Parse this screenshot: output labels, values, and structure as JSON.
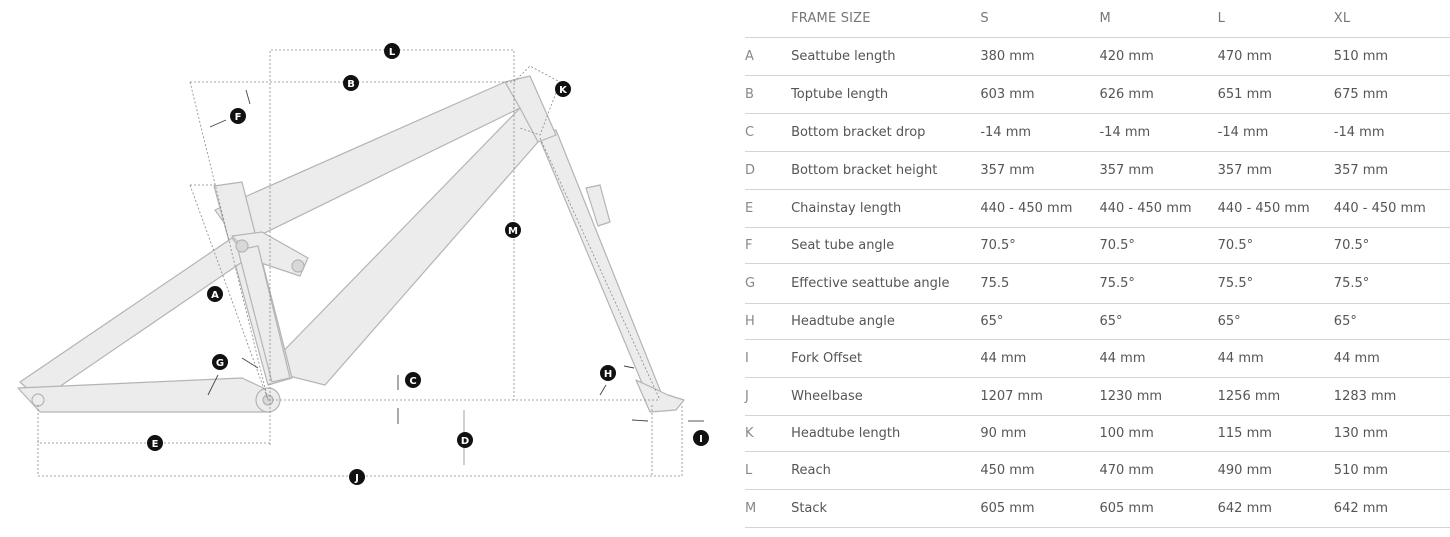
{
  "diagram": {
    "markers": [
      "L",
      "B",
      "K",
      "F",
      "M",
      "A",
      "G",
      "C",
      "H",
      "D",
      "E",
      "I",
      "J"
    ]
  },
  "table": {
    "header": {
      "code": "",
      "label": "FRAME SIZE",
      "sizes": [
        "S",
        "M",
        "L",
        "XL"
      ]
    },
    "rows": [
      {
        "code": "A",
        "label": "Seattube length",
        "values": [
          "380 mm",
          "420 mm",
          "470 mm",
          "510 mm"
        ]
      },
      {
        "code": "B",
        "label": "Toptube length",
        "values": [
          "603 mm",
          "626 mm",
          "651 mm",
          "675 mm"
        ]
      },
      {
        "code": "C",
        "label": "Bottom bracket drop",
        "values": [
          "-14 mm",
          "-14 mm",
          "-14 mm",
          "-14 mm"
        ]
      },
      {
        "code": "D",
        "label": "Bottom bracket height",
        "values": [
          "357 mm",
          "357 mm",
          "357 mm",
          "357 mm"
        ]
      },
      {
        "code": "E",
        "label": "Chainstay length",
        "values": [
          "440 - 450 mm",
          "440 - 450 mm",
          "440 - 450 mm",
          "440 - 450 mm"
        ]
      },
      {
        "code": "F",
        "label": "Seat tube angle",
        "values": [
          "70.5°",
          "70.5°",
          "70.5°",
          "70.5°"
        ]
      },
      {
        "code": "G",
        "label": "Effective seattube angle",
        "values": [
          "75.5",
          "75.5°",
          "75.5°",
          "75.5°"
        ]
      },
      {
        "code": "H",
        "label": "Headtube angle",
        "values": [
          "65°",
          "65°",
          "65°",
          "65°"
        ]
      },
      {
        "code": "I",
        "label": "Fork Offset",
        "values": [
          "44 mm",
          "44 mm",
          "44 mm",
          "44 mm"
        ]
      },
      {
        "code": "J",
        "label": "Wheelbase",
        "values": [
          "1207 mm",
          "1230 mm",
          "1256 mm",
          "1283 mm"
        ]
      },
      {
        "code": "K",
        "label": "Headtube length",
        "values": [
          "90 mm",
          "100 mm",
          "115 mm",
          "130 mm"
        ]
      },
      {
        "code": "L",
        "label": "Reach",
        "values": [
          "450 mm",
          "470 mm",
          "490 mm",
          "510 mm"
        ]
      },
      {
        "code": "M",
        "label": "Stack",
        "values": [
          "605 mm",
          "605 mm",
          "642 mm",
          "642 mm"
        ]
      }
    ]
  }
}
